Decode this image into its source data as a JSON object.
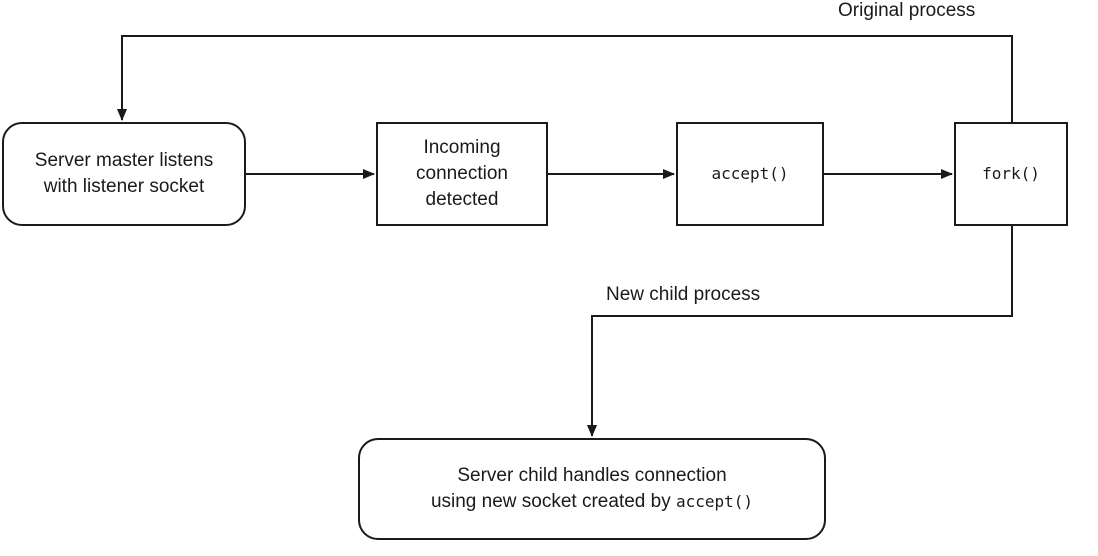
{
  "nodes": {
    "listen": {
      "line1": "Server master listens",
      "line2": "with listener socket"
    },
    "incoming": {
      "line1": "Incoming",
      "line2": "connection",
      "line3": "detected"
    },
    "accept": {
      "label": "accept()"
    },
    "fork": {
      "label": "fork()"
    },
    "child": {
      "line1": "Server child handles connection",
      "line2_text": "using new socket created by ",
      "line2_code": "accept()"
    }
  },
  "edges": {
    "original_process": "Original process",
    "new_child_process": "New child process"
  }
}
